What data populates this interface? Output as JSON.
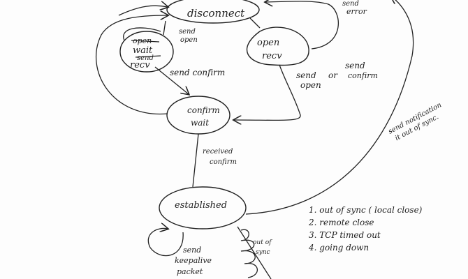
{
  "nodes": {
    "disconnect": "disconnect",
    "open_wait": {
      "line1": "open",
      "line2": "wait",
      "line3": "send",
      "line4": "recv"
    },
    "open_recv": {
      "line1": "open",
      "line2": "recv"
    },
    "confirm_wait": {
      "line1": "confirm",
      "line2": "wait"
    },
    "established": "established"
  },
  "edges": {
    "send_open": {
      "line1": "send",
      "line2": "open"
    },
    "send_confirm": "send confirm",
    "send_open_or_confirm": {
      "a1": "send",
      "a2": "open",
      "or": "or",
      "b1": "send",
      "b2": "confirm"
    },
    "send_error": {
      "line1": "send",
      "line2": "error"
    },
    "notify": {
      "line1": "send notification",
      "line2": "it out of sync."
    },
    "received_confirm": {
      "line1": "received",
      "line2": "confirm"
    },
    "keepalive": {
      "line1": "send",
      "line2": "keepalive",
      "line3": "packet"
    },
    "out_of_sync": {
      "line1": "out of",
      "line2": "sync"
    }
  },
  "reasons": [
    "1. out of sync ( local close)",
    "2. remote close",
    "3. TCP timed out",
    "4. going down"
  ]
}
